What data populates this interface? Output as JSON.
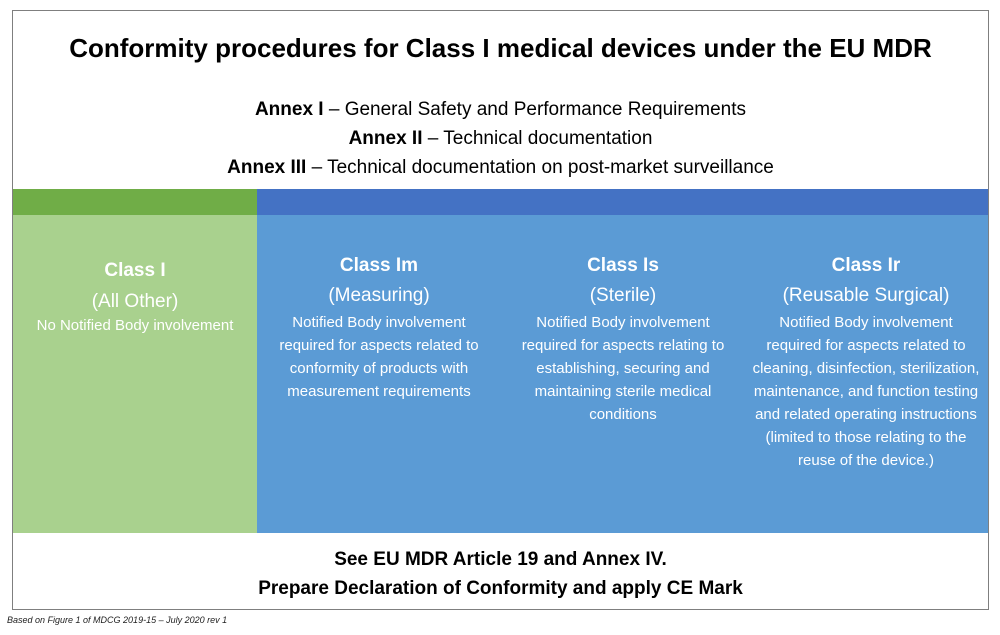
{
  "title": "Conformity procedures for Class I medical devices under the EU MDR",
  "annexes": [
    {
      "name": "Annex I",
      "desc": " – General Safety and Performance Requirements"
    },
    {
      "name": "Annex II",
      "desc": " – Technical documentation"
    },
    {
      "name": "Annex III",
      "desc": " – Technical documentation on post-market surveillance"
    }
  ],
  "classes": [
    {
      "name": "Class I",
      "sub": "(All Other)",
      "desc": "No Notified Body involvement"
    },
    {
      "name": "Class Im",
      "sub": "(Measuring)",
      "desc": "Notified Body involvement required for aspects related to conformity of products with measurement requirements"
    },
    {
      "name": "Class Is",
      "sub": "(Sterile)",
      "desc": "Notified Body involvement required for aspects relating to establishing, securing and maintaining sterile medical conditions"
    },
    {
      "name": "Class Ir",
      "sub": "(Reusable Surgical)",
      "desc": "Notified Body involvement required for aspects related to cleaning, disinfection, sterilization, maintenance, and function testing and related operating instructions (limited to those relating to the reuse of the device.)"
    }
  ],
  "footer": {
    "line1": "See EU MDR Article 19 and Annex IV.",
    "line2": "Prepare Declaration of Conformity and apply CE Mark"
  },
  "source_note": "Based on Figure 1 of MDCG 2019-15 – July 2020 rev 1",
  "colors": {
    "green_bar": "#70ad47",
    "green_fill": "#a9d18e",
    "blue_bar": "#4472c4",
    "blue_fill": "#5b9bd5"
  }
}
